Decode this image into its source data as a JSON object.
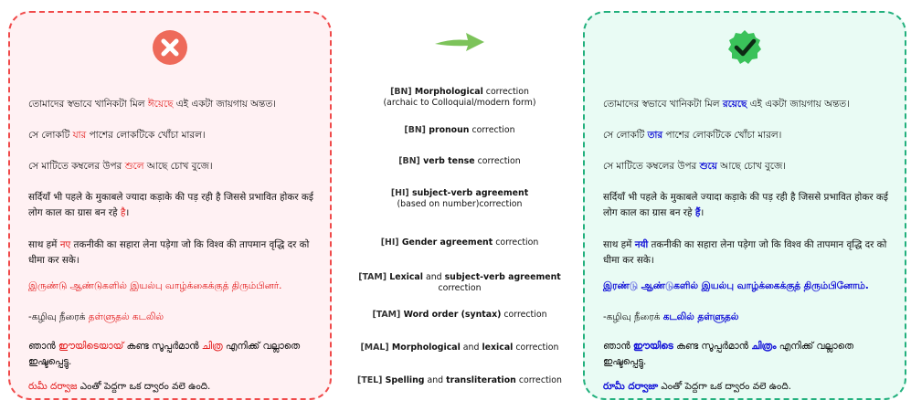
{
  "colors": {
    "wrong_border": "#f04a4a",
    "wrong_bg": "#fff1f3",
    "right_border": "#22b07d",
    "right_bg": "#e9fbf4",
    "wrong_text": "#e31b1b",
    "right_text": "#1414d8",
    "arrow": "#7cc35a"
  },
  "icons": {
    "wrong_badge": "x-circle-icon",
    "right_badge": "check-badge-icon",
    "arrow": "arrow-right-icon"
  },
  "wrong": [
    {
      "pre": "তোমাদের স্বভাবে খানিকটা মিল ",
      "hl": "ঈয়েছে",
      "post": " এই একটা জায়গায় অন্তত।"
    },
    {
      "pre": "সে লোকটি ",
      "hl": "যার",
      "post": " পাশের লোকটিকে খোঁচা মারল।"
    },
    {
      "pre": "সে মাটিতে কম্বলের উপর ",
      "hl": "শুলে",
      "post": " আছে চোখ বুজে।"
    },
    {
      "pre": "सर्दियाँ भी पहले के मुकाबले ज्यादा कड़ाके की पड़ रही है जिससे प्रभावित होकर कई लोग काल का ग्रास बन रहे ",
      "hl": "है",
      "post": "।"
    },
    {
      "pre": "साथ हमें ",
      "hl": "नए",
      "post": " तकनीकी का सहारा लेना पड़ेगा जो कि विश्व की तापमान वृद्धि दर को धीमा कर सके।"
    },
    {
      "pre": "",
      "hl": "இருண்டு ஆண்டுகளில் இயல்பு வாழ்க்கைக்குத் திரும்பினர்.",
      "post": ""
    },
    {
      "pre": "-கழிவு நீரைக் ",
      "hl": "தள்ளுதல் கடலில்",
      "post": ""
    },
    {
      "pre": "ഞാൻ ",
      "hl": "ഈയിടെയായ്",
      "post": " കണ്ട സൂപ്പർമാൻ ",
      "hl2": "ചിത്ര",
      "post2": " എനിക്ക് വല്ലാതെ ഇഷ്ടപ്പെട്ടു."
    },
    {
      "pre": "",
      "hl": "రుమీ దర్వాజ",
      "post": " ఎంతో పెద్దగా ఒక ద్వారం వలె ఉంది."
    }
  ],
  "right": [
    {
      "pre": "তোমাদের স্বভাবে খানিকটা মিল ",
      "hl": "রয়েছে",
      "post": " এই একটা জায়গায় অন্তত।"
    },
    {
      "pre": "সে লোকটি ",
      "hl": "তার",
      "post": " পাশের লোকটিকে খোঁচা মারল।"
    },
    {
      "pre": "সে মাটিতে কম্বলের উপর ",
      "hl": "শুয়ে",
      "post": " আছে চোখ বুজে।"
    },
    {
      "pre": "सर्दियाँ भी पहले के मुकाबले ज्यादा कड़ाके की पड़ रही है जिससे प्रभावित होकर कई लोग काल का ग्रास बन रहे ",
      "hl": "हैं",
      "post": "।"
    },
    {
      "pre": "साथ हमें ",
      "hl": "नयी",
      "post": " तकनीकी का सहारा लेना पड़ेगा जो कि विश्व की तापमान वृद्धि दर को धीमा कर सके।"
    },
    {
      "pre": "",
      "hl": "இரண்டு ஆண்டுகளில் இயல்பு வாழ்க்கைக்குத் திரும்பினோம்.",
      "post": ""
    },
    {
      "pre": "-கழிவு நீரைக் ",
      "hl": "கடலில் தள்ளுதல்",
      "post": ""
    },
    {
      "pre": "ഞാൻ ",
      "hl": "ഈയിടെ",
      "post": " കണ്ട സൂപ്പർമാൻ ",
      "hl2": "ചിത്രം",
      "post2": " എനിക്ക് വല്ലാതെ ഇഷ്ടപ്പെട്ടു."
    },
    {
      "pre": "",
      "hl": "రూమీ దర్వాజా",
      "post": " ఎంతో పెద్దగా ఒక ద్వారం వలె ఉంది."
    }
  ],
  "labels": [
    {
      "parts": [
        [
          "[BN] ",
          "tag"
        ],
        [
          "Morphological",
          "b"
        ],
        [
          " correction",
          "n"
        ]
      ],
      "line2": "(archaic to Colloquial/modern form)"
    },
    {
      "parts": [
        [
          "[BN] ",
          "tag"
        ],
        [
          "pronoun",
          "b"
        ],
        [
          " correction",
          "n"
        ]
      ],
      "line2": ""
    },
    {
      "parts": [
        [
          "[BN] ",
          "tag"
        ],
        [
          "verb tense",
          "b"
        ],
        [
          " correction",
          "n"
        ]
      ],
      "line2": ""
    },
    {
      "parts": [
        [
          "[HI] ",
          "tag"
        ],
        [
          "subject-verb agreement",
          "b"
        ]
      ],
      "line2": "(based on number)correction"
    },
    {
      "parts": [
        [
          "[HI] ",
          "tag"
        ],
        [
          "Gender agreement",
          "b"
        ],
        [
          " correction",
          "n"
        ]
      ],
      "line2": ""
    },
    {
      "parts": [
        [
          "[TAM] ",
          "tag"
        ],
        [
          "Lexical",
          "b"
        ],
        [
          " and ",
          "n"
        ],
        [
          "subject-verb agreement",
          "b"
        ]
      ],
      "line2": "correction"
    },
    {
      "parts": [
        [
          "[TAM] ",
          "tag"
        ],
        [
          "Word order (syntax)",
          "b"
        ],
        [
          " correction",
          "n"
        ]
      ],
      "line2": ""
    },
    {
      "parts": [
        [
          "[MAL] ",
          "tag"
        ],
        [
          "Morphological",
          "b"
        ],
        [
          " and ",
          "n"
        ],
        [
          "lexical",
          "b"
        ],
        [
          " correction",
          "n"
        ]
      ],
      "line2": ""
    },
    {
      "parts": [
        [
          "[TEL] ",
          "tag"
        ],
        [
          "Spelling",
          "b"
        ],
        [
          " and ",
          "n"
        ],
        [
          "transliteration",
          "b"
        ],
        [
          " correction",
          "n"
        ]
      ],
      "line2": ""
    }
  ]
}
